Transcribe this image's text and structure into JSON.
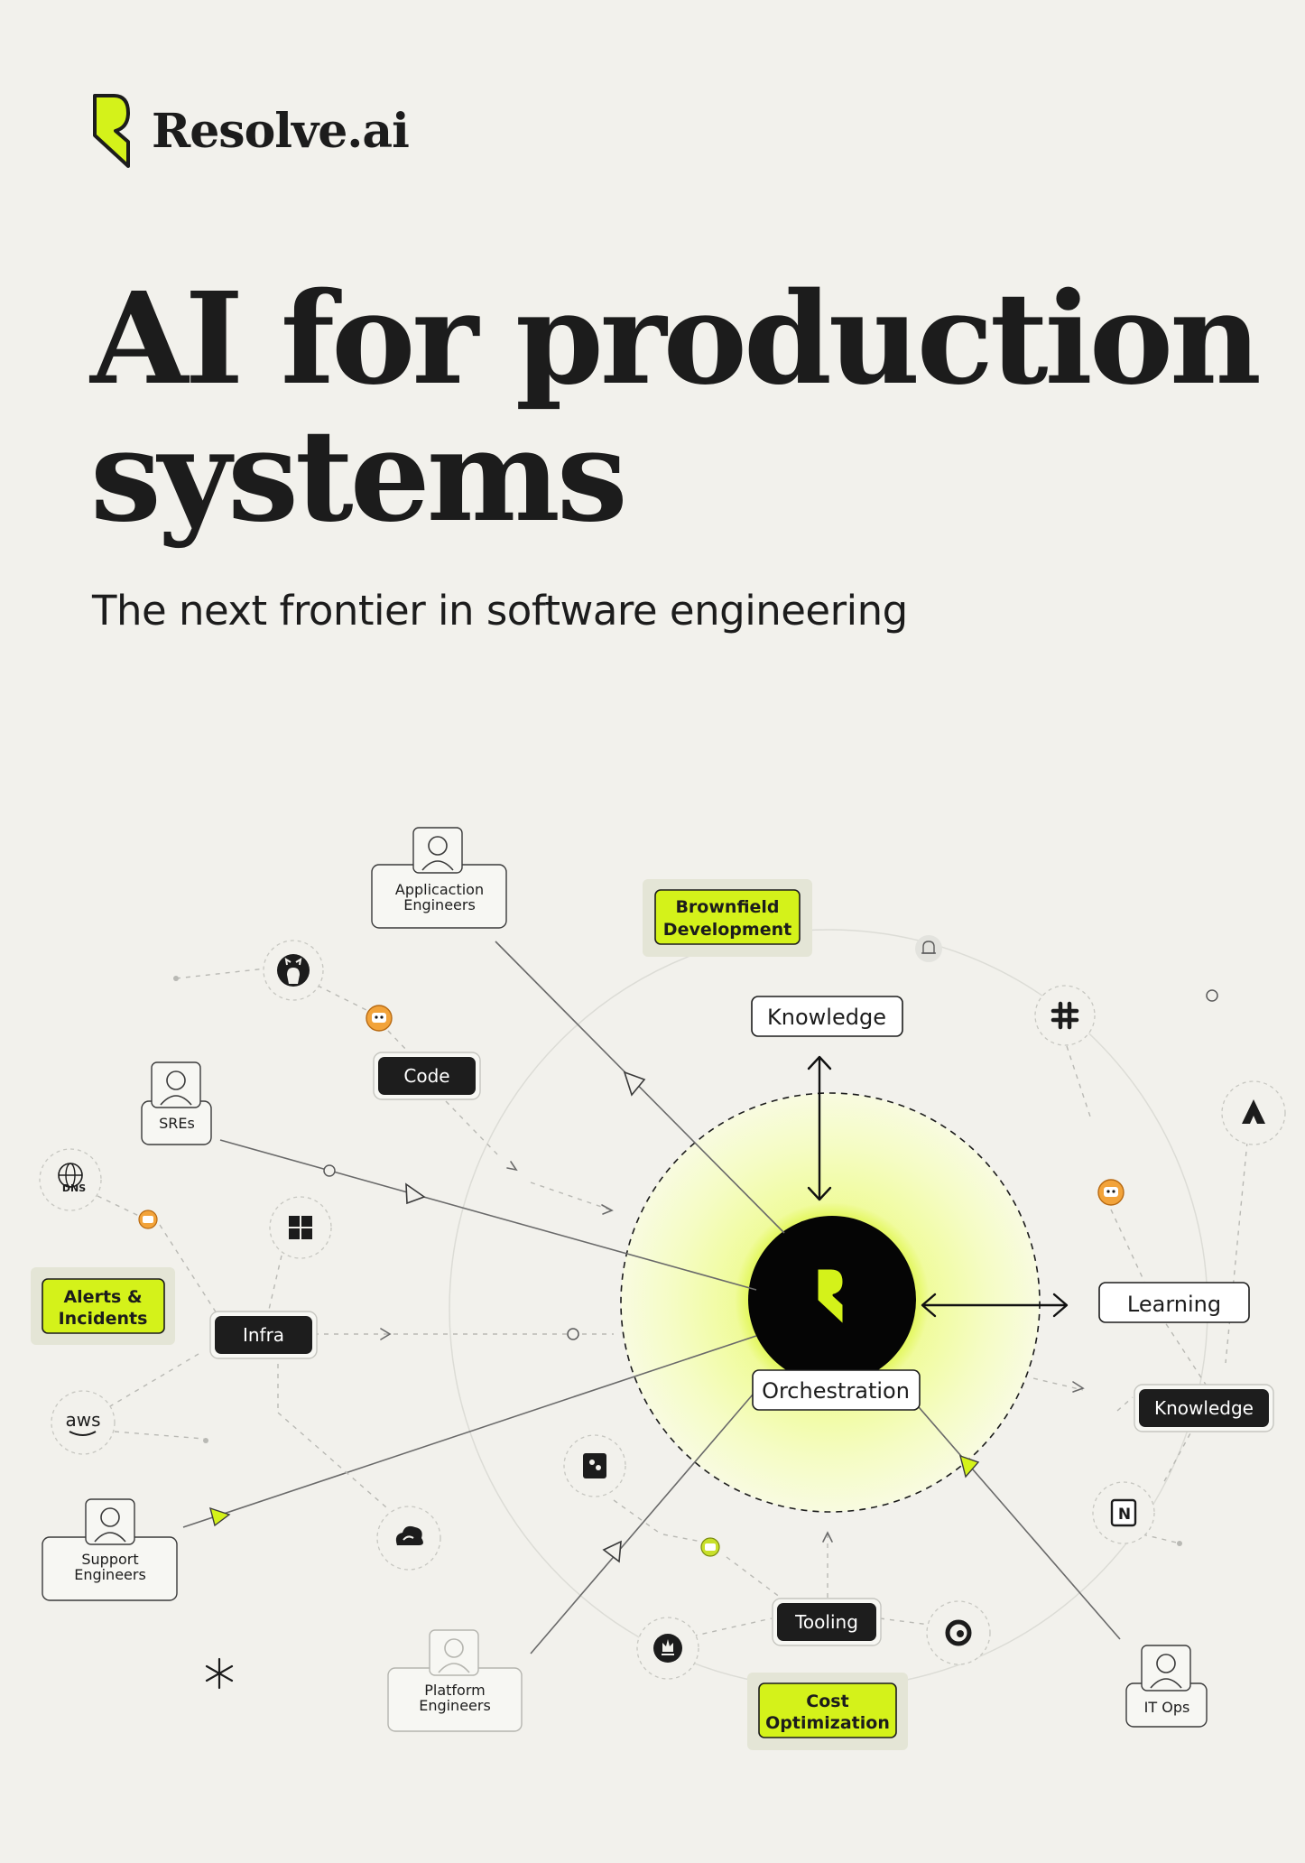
{
  "brand": {
    "name": "Resolve.ai",
    "accent": "#d4f21a"
  },
  "headline": {
    "line1": "AI for production",
    "line2": "systems"
  },
  "subheadline": "The next frontier in software engineering",
  "diagram": {
    "center_label": "Orchestration",
    "top_node": "Knowledge",
    "right_node": "Learning",
    "persona_nodes": {
      "app_engineers": {
        "line1": "Applicaction",
        "line2": "Engineers"
      },
      "sres": {
        "line1": "SREs"
      },
      "support_engineers": {
        "line1": "Support",
        "line2": "Engineers"
      },
      "platform_engineers": {
        "line1": "Platform",
        "line2": "Engineers"
      },
      "it_ops": {
        "line1": "IT Ops"
      }
    },
    "dark_tags": {
      "code": "Code",
      "infra": "Infra",
      "tooling": "Tooling",
      "knowledge": "Knowledge"
    },
    "highlight_tags": {
      "brownfield": {
        "line1": "Brownfield",
        "line2": "Development"
      },
      "alerts": {
        "line1": "Alerts &",
        "line2": "Incidents"
      },
      "cost": {
        "line1": "Cost",
        "line2": "Optimization"
      }
    },
    "icons": [
      "github-icon",
      "slack-icon",
      "atlassian-icon",
      "dns-icon",
      "windows-icon",
      "aws-icon",
      "gcloud-icon",
      "datadog-icon",
      "notion-icon",
      "prometheus-icon",
      "grafana-icon",
      "bell-icon",
      "bot-icon"
    ],
    "icon_text": {
      "aws": "aws",
      "dns": "DNS",
      "notion": "N"
    }
  }
}
